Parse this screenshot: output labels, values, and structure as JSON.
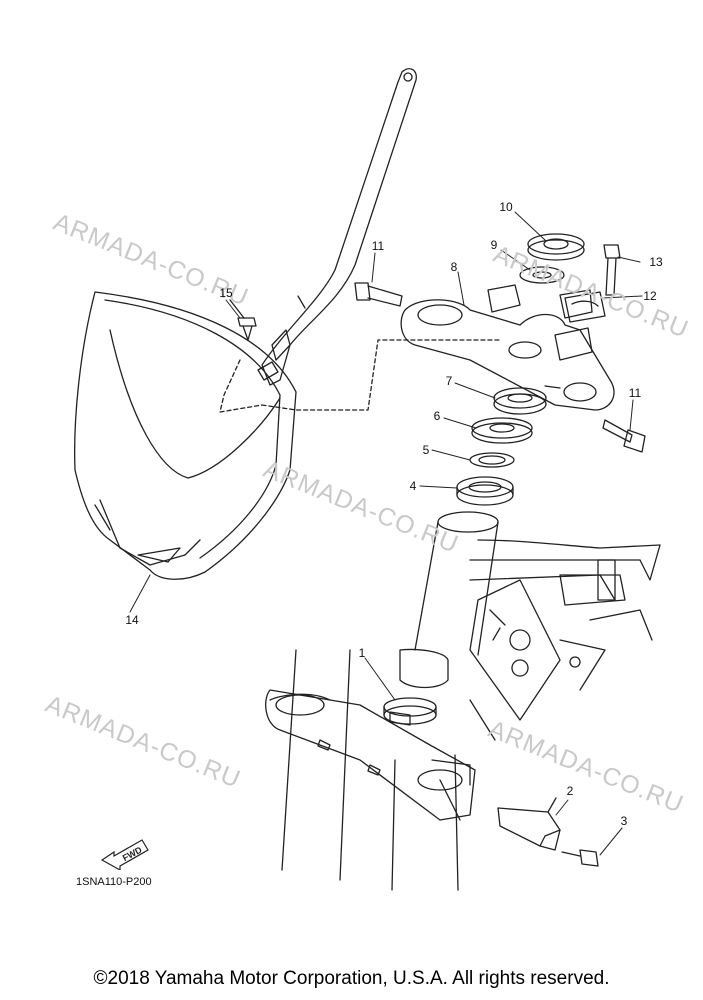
{
  "watermarks": [
    "ARMADA-CO.RU",
    "ARMADA-CO.RU",
    "ARMADA-CO.RU",
    "ARMADA-CO.RU",
    "ARMADA-CO.RU"
  ],
  "callouts": [
    "1",
    "2",
    "3",
    "4",
    "5",
    "6",
    "7",
    "8",
    "9",
    "10",
    "11",
    "11",
    "12",
    "13",
    "14",
    "15"
  ],
  "fwd_label": "FWD",
  "diagram_code": "1SNA110-P200",
  "copyright": "©2018 Yamaha Motor Corporation, U.S.A. All rights reserved.",
  "colors": {
    "line": "#222222",
    "watermark": "#c9c9c9"
  }
}
